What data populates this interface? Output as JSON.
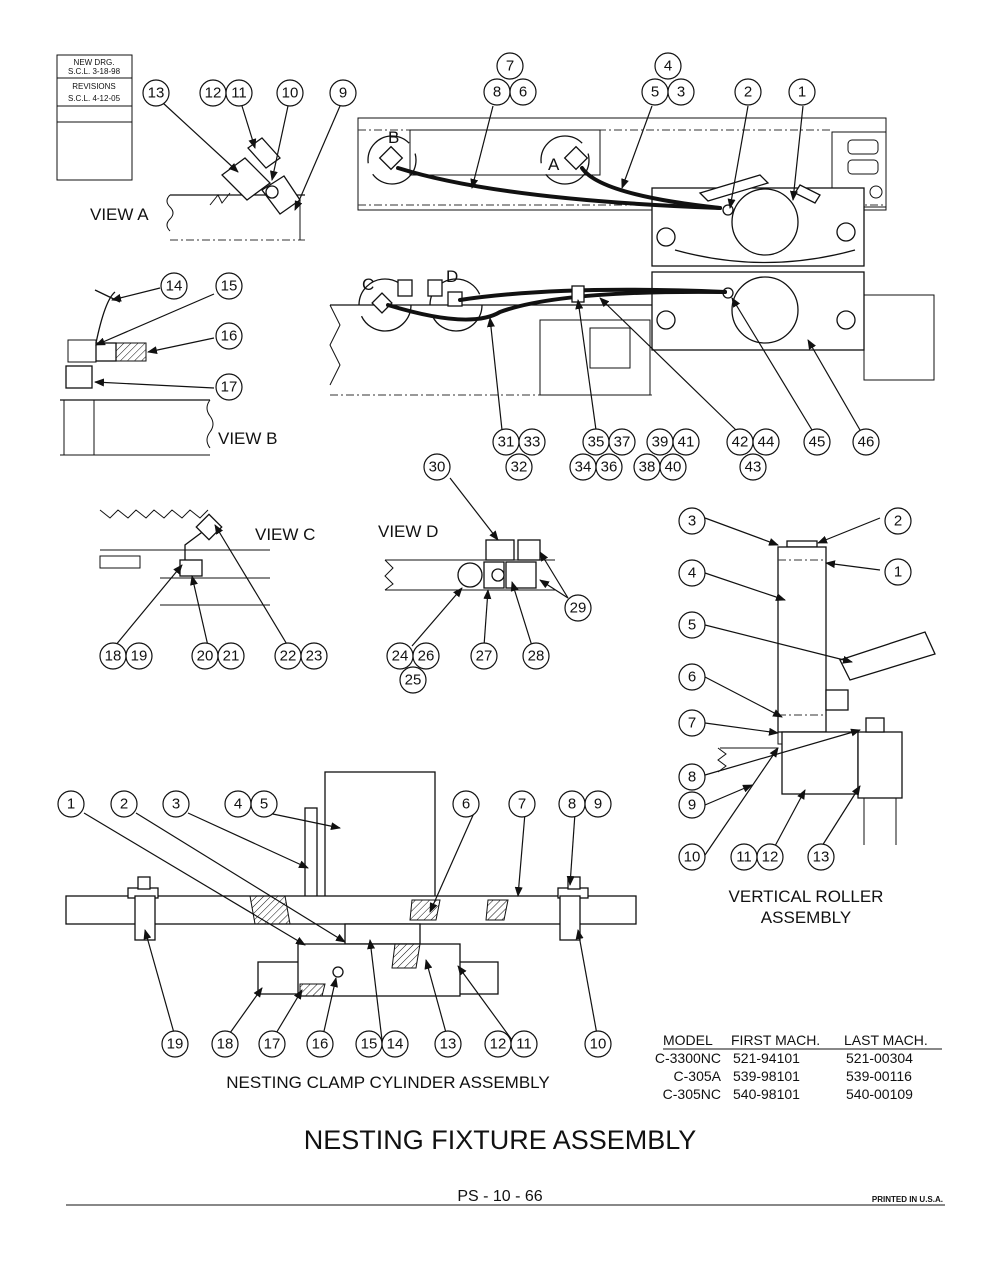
{
  "revision_block": {
    "new_drg_label": "NEW DRG.",
    "new_drg_date": "S.C.L. 3-18-98",
    "revisions_label": "REVISIONS",
    "revision_date": "S.C.L. 4-12-05"
  },
  "views": {
    "view_a": "VIEW A",
    "view_b": "VIEW B",
    "view_c": "VIEW C",
    "view_d": "VIEW D",
    "detail_b": "B",
    "detail_a": "A",
    "detail_c": "C",
    "detail_d": "D"
  },
  "callouts": {
    "view_a": [
      "13",
      "12",
      "11",
      "10",
      "9"
    ],
    "top_assembly": [
      "7",
      "8",
      "6",
      "4",
      "5",
      "3",
      "2",
      "1"
    ],
    "view_b": [
      "14",
      "15",
      "16",
      "17"
    ],
    "lower_assembly": [
      "31",
      "33",
      "32",
      "35",
      "37",
      "39",
      "41",
      "34",
      "36",
      "38",
      "40",
      "42",
      "44",
      "43",
      "45",
      "46"
    ],
    "view_c": [
      "18",
      "19",
      "20",
      "21",
      "22",
      "23"
    ],
    "view_d": [
      "30",
      "29",
      "24",
      "26",
      "25",
      "27",
      "28"
    ],
    "vertical_roller": [
      "3",
      "2",
      "1",
      "4",
      "5",
      "6",
      "7",
      "8",
      "9",
      "10",
      "11",
      "12",
      "13"
    ],
    "nesting_clamp_top": [
      "1",
      "2",
      "3",
      "4",
      "5",
      "6",
      "7",
      "8",
      "9"
    ],
    "nesting_clamp_bottom": [
      "19",
      "18",
      "17",
      "16",
      "15",
      "14",
      "13",
      "12",
      "11",
      "10"
    ]
  },
  "captions": {
    "vertical_roller_line1": "VERTICAL ROLLER",
    "vertical_roller_line2": "ASSEMBLY",
    "nesting_clamp": "NESTING CLAMP CYLINDER ASSEMBLY",
    "title": "NESTING FIXTURE ASSEMBLY",
    "page_number": "PS - 10 - 66",
    "printed": "PRINTED IN U.S.A."
  },
  "model_table": {
    "headers": [
      "MODEL",
      "FIRST MACH.",
      "LAST MACH."
    ],
    "rows": [
      [
        "C-3300NC",
        "521-94101",
        "521-00304"
      ],
      [
        "C-305A",
        "539-98101",
        "539-00116"
      ],
      [
        "C-305NC",
        "540-98101",
        "540-00109"
      ]
    ]
  }
}
